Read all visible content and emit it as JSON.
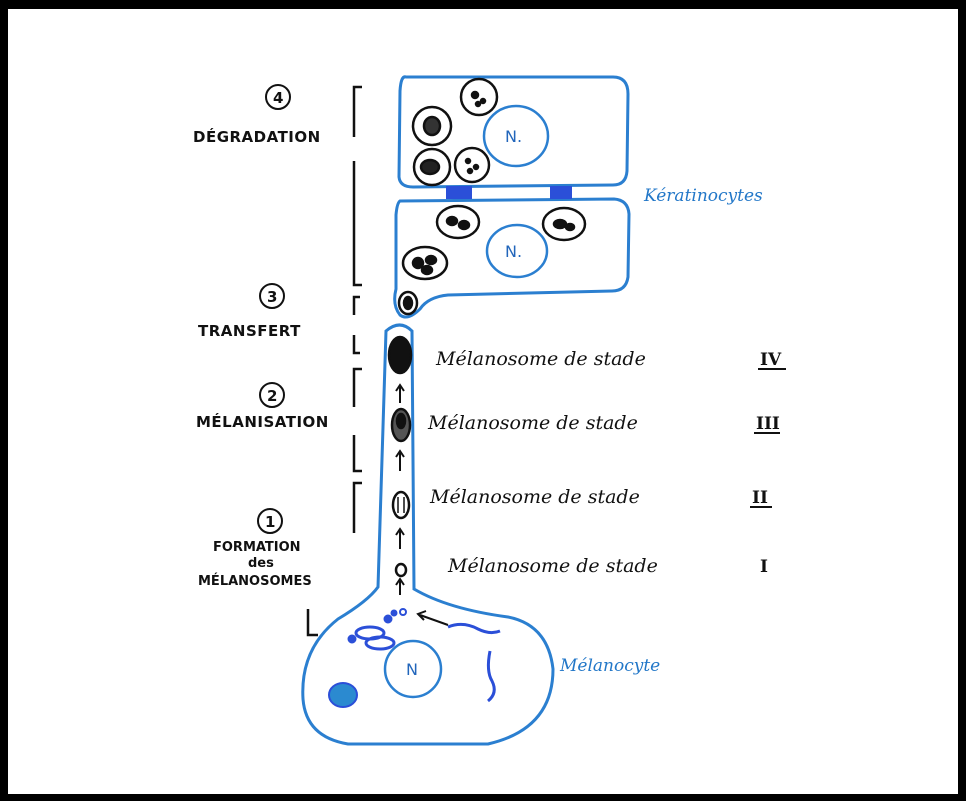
{
  "stages": [
    {
      "number": "4",
      "label": "DÉGRADATION"
    },
    {
      "number": "3",
      "label": "TRANSFERT"
    },
    {
      "number": "2",
      "label": "MÉLANISATION"
    },
    {
      "number": "1",
      "label_line1": "FORMATION",
      "label_line2": "des",
      "label_line3": "MÉLANOSOMES"
    }
  ],
  "melanosome_text": "Mélanosome de stade",
  "melanosome_stages": [
    "IV",
    "III",
    "II",
    "I"
  ],
  "cells": {
    "keratinocytes": "Kératinocytes",
    "melanocyte": "Mélanocyte",
    "nucleus_upper": "N.",
    "nucleus_middle": "N.",
    "nucleus_melanocyte": "N"
  },
  "colors": {
    "outline_blue": "#2b7fd0",
    "ink": "#111111",
    "frame": "#000000"
  }
}
